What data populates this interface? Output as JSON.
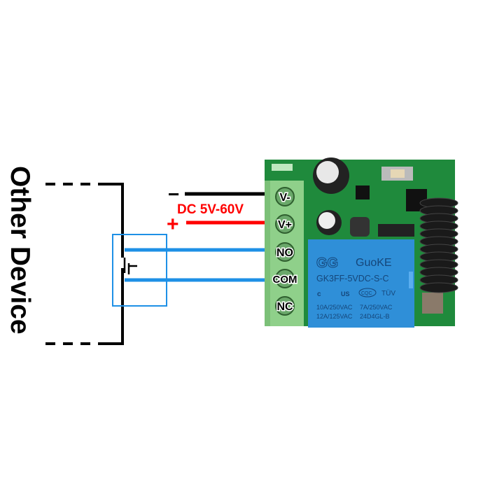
{
  "device_label": "Other Device",
  "power": {
    "label": "DC 5V-60V",
    "minus": "−",
    "plus": "+"
  },
  "terminals": [
    "V-",
    "V+",
    "NO",
    "COM",
    "NC"
  ],
  "relay": {
    "brand": "GuoKE",
    "logo": "GG",
    "model": "GK3FF-5VDC-S-C",
    "certs": [
      "c",
      "US",
      "CQC",
      "TÜV"
    ],
    "rating1a": "10A/250VAC",
    "rating1b": "7A/250VAC",
    "rating2a": "12A/125VAC",
    "rating2b": "24D4GL-B"
  },
  "colors": {
    "power_neg": "#000000",
    "power_pos": "#ff0000",
    "switch_wire": "#1e90e6",
    "board": "#1f8a3c",
    "relay": "#2f8fd8",
    "terminal": "#8fd08a"
  }
}
